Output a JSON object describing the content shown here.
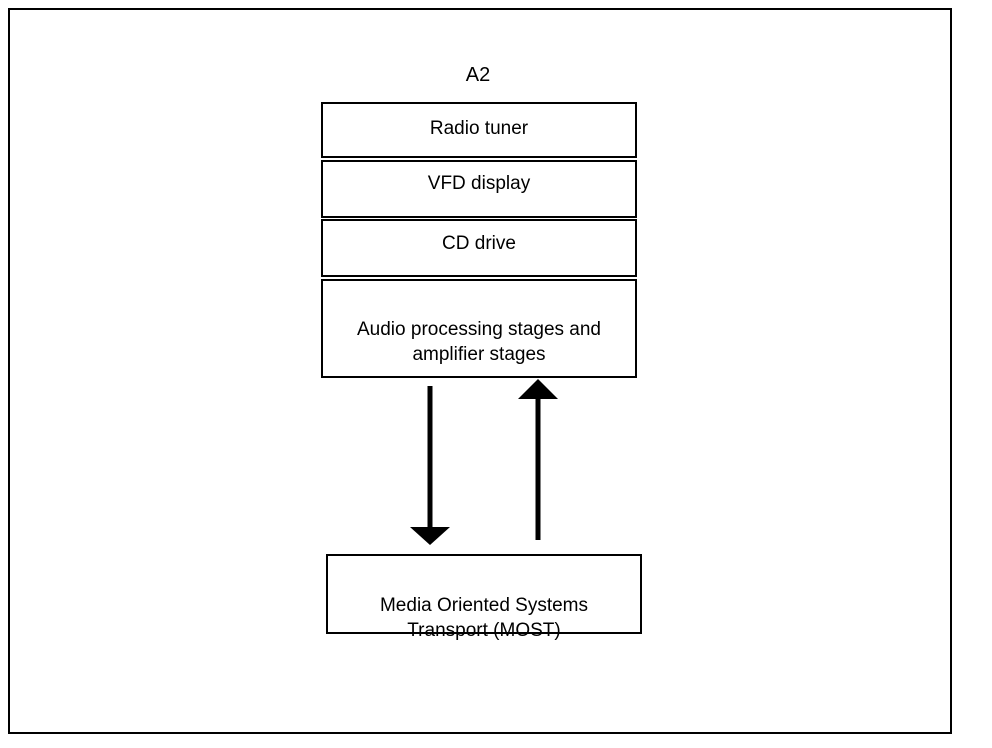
{
  "diagram": {
    "unit_label": "A2",
    "stack_blocks": [
      {
        "label": "Radio tuner"
      },
      {
        "label": "VFD display"
      },
      {
        "label": "CD drive"
      },
      {
        "label": "Audio processing stages and\n amplifier stages"
      }
    ],
    "bus_block": {
      "label": "Media Oriented Systems\n Transport (MOST)"
    },
    "colors": {
      "line": "#000000",
      "background": "#ffffff"
    }
  }
}
